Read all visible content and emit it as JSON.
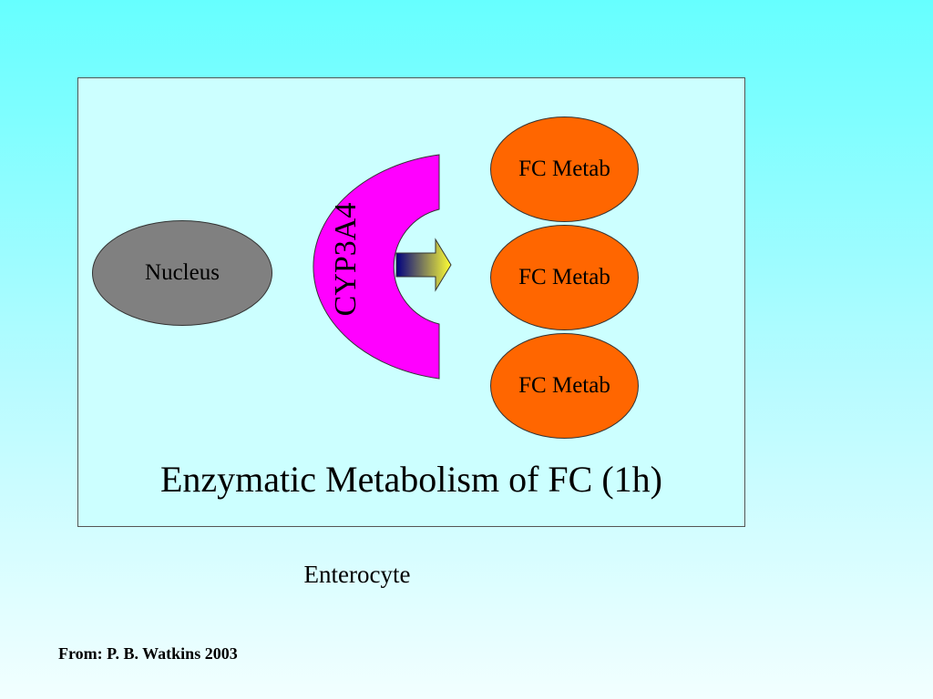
{
  "diagram": {
    "title": "Enzymatic Metabolism of FC (1h)",
    "nucleus": {
      "label": "Nucleus",
      "color": "#808080"
    },
    "enzyme": {
      "label": "CYP3A4",
      "color": "#ff00ff"
    },
    "metabolites": [
      {
        "label": "FC Metab"
      },
      {
        "label": "FC Metab"
      },
      {
        "label": "FC Metab"
      }
    ],
    "metabolite_color": "#ff6600",
    "arrow_gradient": [
      "#000080",
      "#ffff33"
    ],
    "cell_label": "Enterocyte",
    "cell_fill": "#ccffff"
  },
  "citation": "From: P. B. Watkins 2003"
}
